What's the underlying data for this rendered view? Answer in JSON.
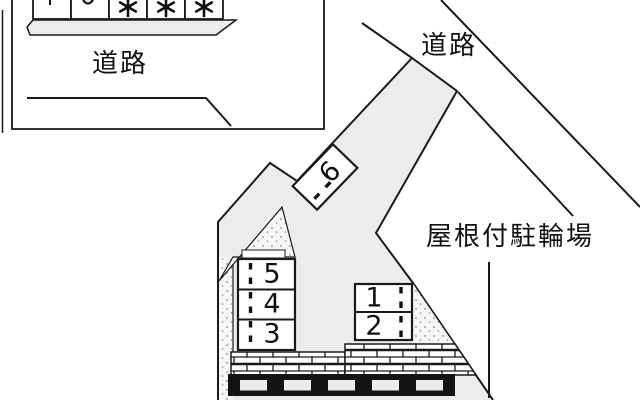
{
  "inset": {
    "road_label": "道路",
    "cells": {
      "marks": [
        "tick",
        "circle-bottom",
        "asterisk",
        "asterisk",
        "asterisk"
      ]
    }
  },
  "road": {
    "label": "道路"
  },
  "bike_parking": {
    "label": "屋根付駐輪場"
  },
  "parking_spaces": {
    "space_1": "1",
    "space_2": "2",
    "space_3": "3",
    "space_4": "4",
    "space_5": "5",
    "space_6": "6"
  },
  "colors": {
    "lot_fill": "#ececec",
    "line": "#1a1a1a",
    "building": "#141414",
    "stipple_dot": "#8c8c8c"
  }
}
